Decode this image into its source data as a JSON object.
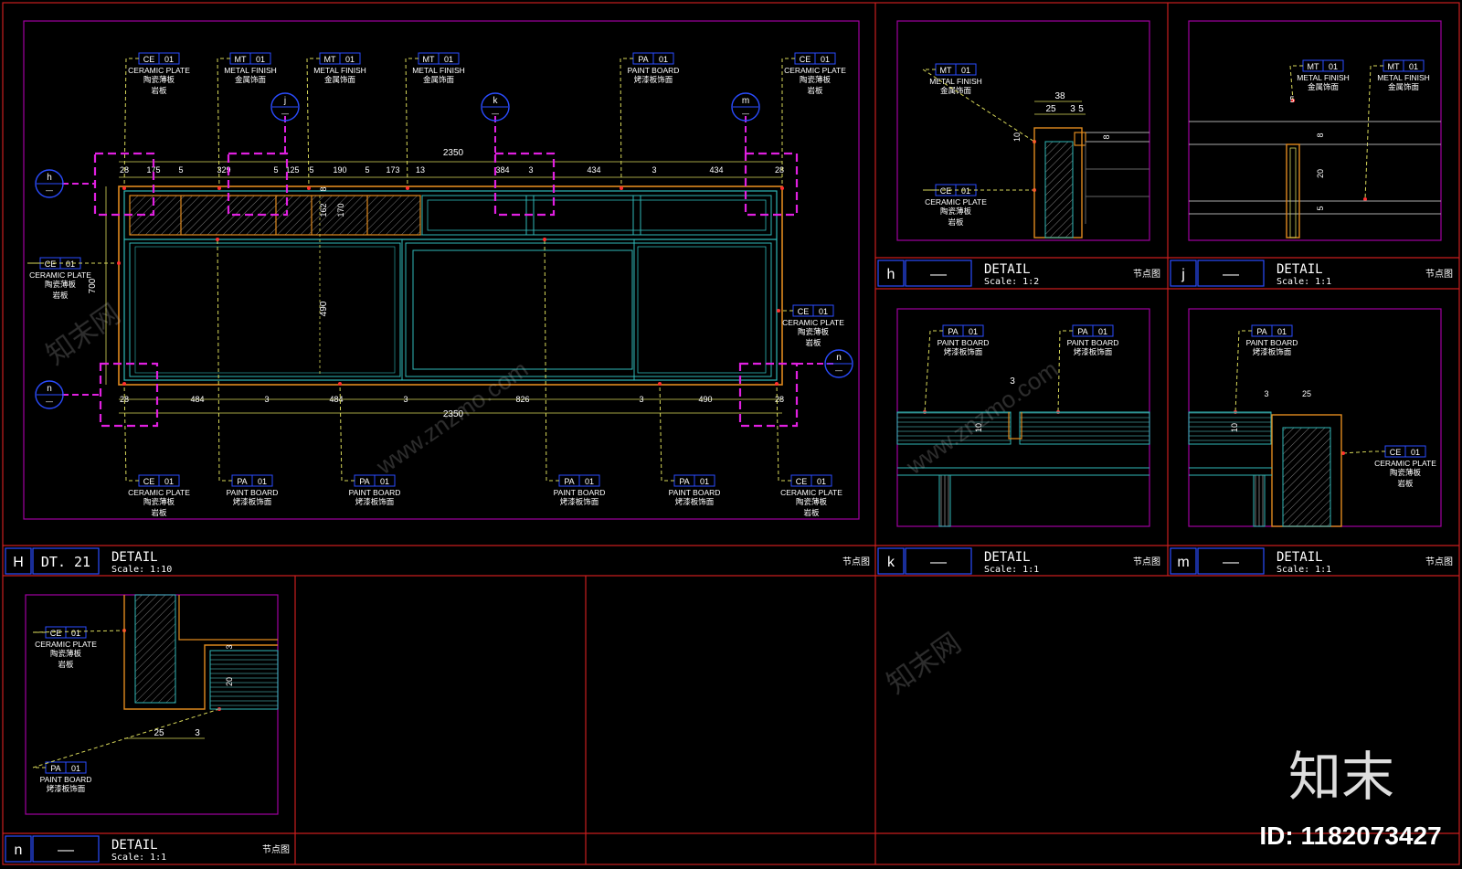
{
  "tags": {
    "ce": {
      "code": "CE",
      "num": "01",
      "en": "CERAMIC PLATE",
      "zh": "陶瓷薄板",
      "zh2": "岩板"
    },
    "mt": {
      "code": "MT",
      "num": "01",
      "en": "METAL FINISH",
      "zh": "金属饰面"
    },
    "pa": {
      "code": "PA",
      "num": "01",
      "en": "PAINT BOARD",
      "zh": "烤漆板饰面"
    }
  },
  "markers": [
    "h",
    "j",
    "k",
    "m",
    "n"
  ],
  "marker_sub": "—",
  "main": {
    "top_dims": [
      "28",
      "175",
      "5",
      "329",
      "5",
      "125",
      "5",
      "190",
      "5",
      "173",
      "13",
      "384",
      "3",
      "434",
      "3",
      "434",
      "28"
    ],
    "overall": "2350",
    "bottom_dims": [
      "28",
      "484",
      "3",
      "484",
      "3",
      "826",
      "3",
      "490",
      "28"
    ],
    "vdims": [
      "700",
      "490",
      "162",
      "170",
      "8"
    ]
  },
  "panels": [
    {
      "id": "H",
      "sheet": "DT. 21",
      "title": "DETAIL",
      "scale": "Scale: 1:10",
      "zh": "节点图"
    },
    {
      "id": "h",
      "sheet": "——",
      "title": "DETAIL",
      "scale": "Scale: 1:2",
      "zh": "节点图"
    },
    {
      "id": "j",
      "sheet": "——",
      "title": "DETAIL",
      "scale": "Scale: 1:1",
      "zh": "节点图"
    },
    {
      "id": "k",
      "sheet": "——",
      "title": "DETAIL",
      "scale": "Scale: 1:1",
      "zh": "节点图"
    },
    {
      "id": "m",
      "sheet": "——",
      "title": "DETAIL",
      "scale": "Scale: 1:1",
      "zh": "节点图"
    },
    {
      "id": "n",
      "sheet": "——",
      "title": "DETAIL",
      "scale": "Scale: 1:1",
      "zh": "节点图"
    }
  ],
  "detail_dims": {
    "h": [
      "38",
      "25",
      "3",
      "5",
      "10",
      "8"
    ],
    "j": [
      "5",
      "8",
      "20",
      "5"
    ],
    "k": [
      "3",
      "10"
    ],
    "m": [
      "3",
      "25",
      "10"
    ],
    "n": [
      "3",
      "20",
      "25",
      "3"
    ]
  },
  "watermark": {
    "brand": "知末",
    "id": "ID: 1182073427",
    "site": "www.znzmo.com",
    "site_cn": "知末网"
  },
  "colors": {
    "frame": "#c81e1e",
    "border": "#b000b0",
    "cyan": "#2fb8b8",
    "yellow": "#d8d85a",
    "orange": "#e08a1e",
    "magenta": "#e020e0",
    "label_box": "#2a4cff",
    "white": "#ffffff"
  }
}
